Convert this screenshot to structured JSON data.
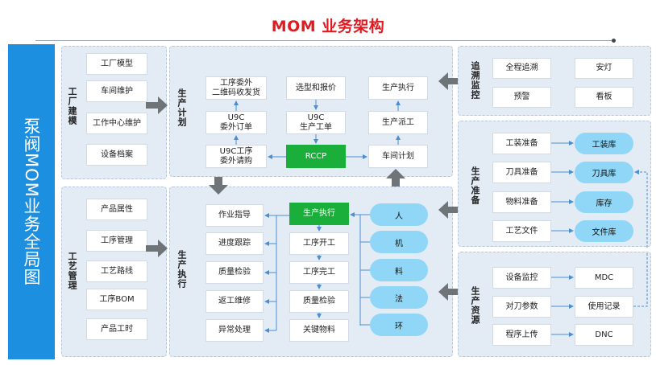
{
  "title": "MOM 业务架构",
  "sidebar_title": "泵阀MOM业务全局图",
  "factory_modeling": {
    "label": "工厂建模",
    "items": [
      "工厂模型",
      "车间维护",
      "工作中心维护",
      "设备档案"
    ]
  },
  "process_management": {
    "label": "工艺管理",
    "items": [
      "产品属性",
      "工序管理",
      "工艺路线",
      "工序BOM",
      "产品工时"
    ]
  },
  "production_plan": {
    "label": "生产计划",
    "top_row": [
      "工序委外\n二维码收发货",
      "选型和报价",
      "生产执行"
    ],
    "mid_row": [
      "U9C\n委外订单",
      "U9C\n生产工单",
      "生产派工"
    ],
    "bot_row": [
      "U9C工序\n委外请购",
      "RCCP",
      "车间计划"
    ]
  },
  "production_exec": {
    "label": "生产执行",
    "left_col": [
      "作业指导",
      "进度跟踪",
      "质量检验",
      "返工维修",
      "异常处理"
    ],
    "mid_col": [
      "生产执行",
      "工序开工",
      "工序完工",
      "质量检验",
      "关键物料"
    ],
    "pills": [
      "人",
      "机",
      "料",
      "法",
      "环"
    ]
  },
  "traceability": {
    "label": "追溯监控",
    "items": [
      "全程追溯",
      "安灯",
      "预警",
      "看板"
    ]
  },
  "production_prep": {
    "label": "生产准备",
    "items": [
      "工装准备",
      "刀具准备",
      "物料准备",
      "工艺文件"
    ],
    "pills": [
      "工装库",
      "刀具库",
      "库存",
      "文件库"
    ]
  },
  "production_resources": {
    "label": "生产资源",
    "items": [
      "设备监控",
      "对刀参数",
      "程序上传"
    ],
    "targets": [
      "MDC",
      "使用记录",
      "DNC"
    ]
  },
  "colors": {
    "title": "#e11b22",
    "sidebar": "#1d8fe0",
    "panel": "#e3ebf5",
    "green": "#1aae3a",
    "pill": "#8fd6f7",
    "arrow": "#6f7478",
    "blue_arrow": "#4a8fd4"
  }
}
